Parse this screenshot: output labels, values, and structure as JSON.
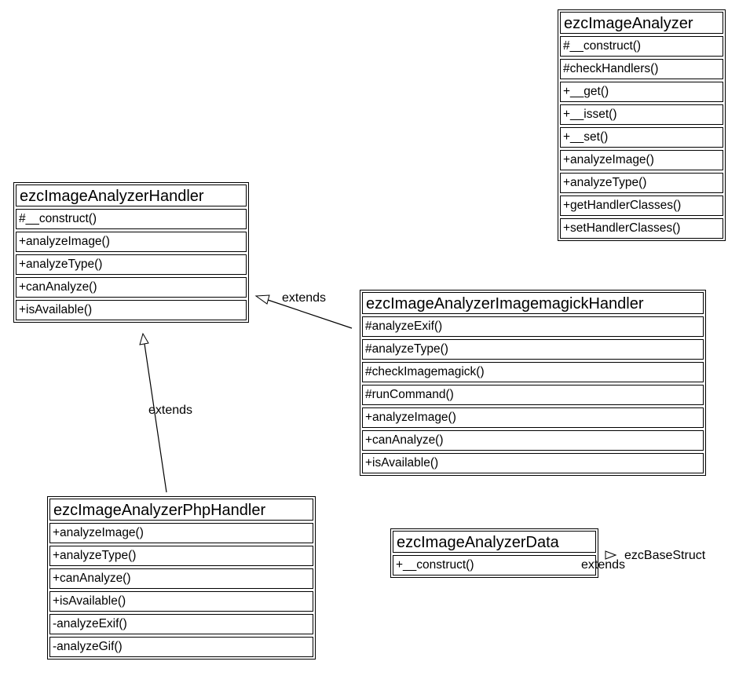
{
  "classes": {
    "analyzer": {
      "name": "ezcImageAnalyzer",
      "methods": [
        "#__construct()",
        "#checkHandlers()",
        "+__get()",
        "+__isset()",
        "+__set()",
        "+analyzeImage()",
        "+analyzeType()",
        "+getHandlerClasses()",
        "+setHandlerClasses()"
      ]
    },
    "handler": {
      "name": "ezcImageAnalyzerHandler",
      "methods": [
        "#__construct()",
        "+analyzeImage()",
        "+analyzeType()",
        "+canAnalyze()",
        "+isAvailable()"
      ]
    },
    "imagemagick": {
      "name": "ezcImageAnalyzerImagemagickHandler",
      "methods": [
        "#analyzeExif()",
        "#analyzeType()",
        "#checkImagemagick()",
        "#runCommand()",
        "+analyzeImage()",
        "+canAnalyze()",
        "+isAvailable()"
      ]
    },
    "php": {
      "name": "ezcImageAnalyzerPhpHandler",
      "methods": [
        "+analyzeImage()",
        "+analyzeType()",
        "+canAnalyze()",
        "+isAvailable()",
        "-analyzeExif()",
        "-analyzeGif()"
      ]
    },
    "data": {
      "name": "ezcImageAnalyzerData",
      "methods": [
        "+__construct()"
      ]
    }
  },
  "relations": {
    "imagemagick_extends": "extends",
    "php_extends": "extends",
    "data_extends": "extends",
    "external_parent": "ezcBaseStruct"
  }
}
